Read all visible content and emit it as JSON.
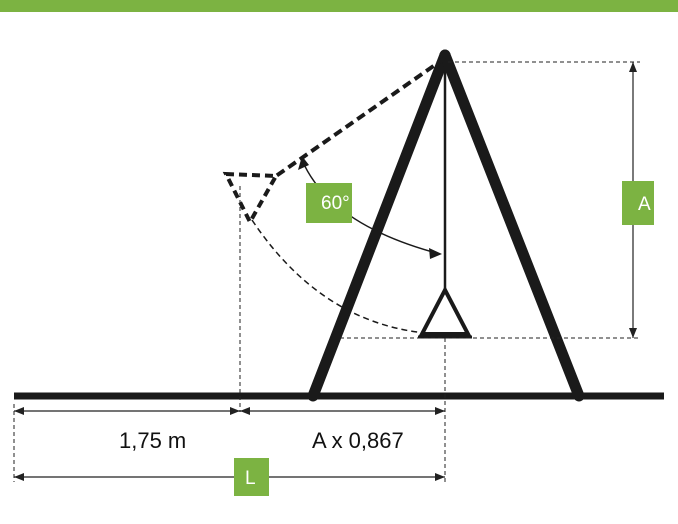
{
  "colors": {
    "accent_green": "#7cb342",
    "frame": "#1a1a1a",
    "line": "#222222"
  },
  "labels": {
    "angle": "60°",
    "height": "A",
    "offset_left": "1,75 m",
    "offset_right": "A x 0,867",
    "total_length": "L"
  }
}
